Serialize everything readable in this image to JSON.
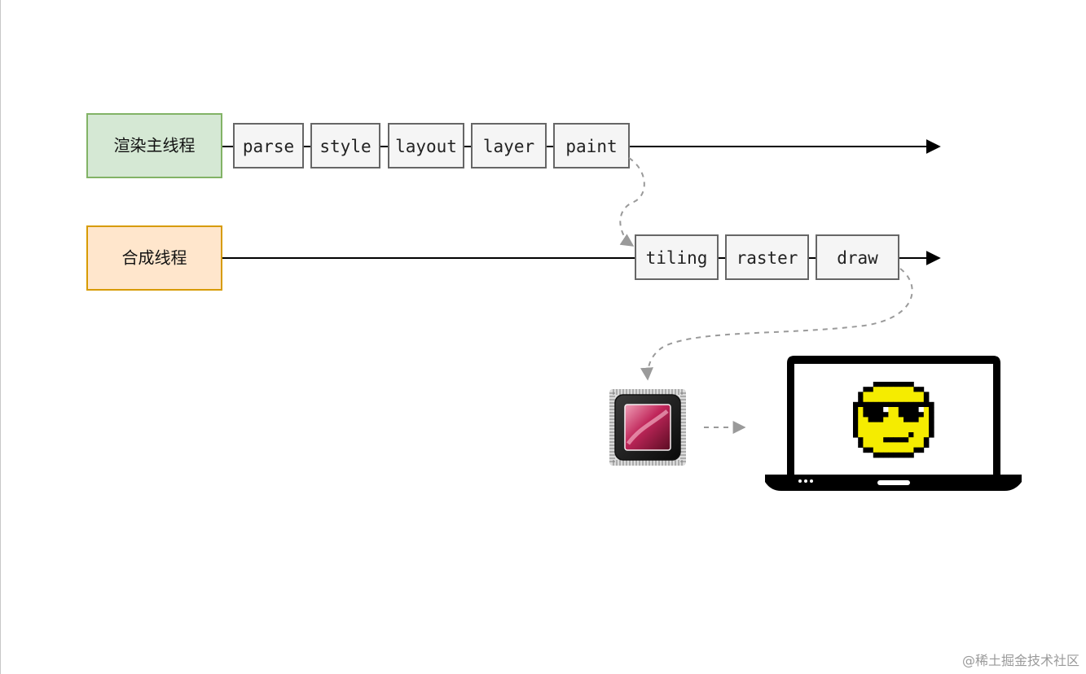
{
  "threads": [
    {
      "label": "渲染主线程",
      "fill": "#d5e8d4",
      "stroke": "#82b366",
      "steps": [
        "parse",
        "style",
        "layout",
        "layer",
        "paint"
      ]
    },
    {
      "label": "合成线程",
      "fill": "#ffe6cc",
      "stroke": "#d79b00",
      "steps": [
        "tiling",
        "raster",
        "draw"
      ]
    }
  ],
  "colors": {
    "step_fill": "#f5f5f5",
    "step_stroke": "#666666",
    "line": "#000000",
    "dashed": "#9a9a9a",
    "smiley_face": "#f5ec00",
    "chip_core": "#c0265a"
  },
  "icons": {
    "gpu": "gpu-chip-icon",
    "monitor": "laptop-icon",
    "smiley": "smiley-sunglasses-icon"
  },
  "watermark": "@稀土掘金技术社区"
}
